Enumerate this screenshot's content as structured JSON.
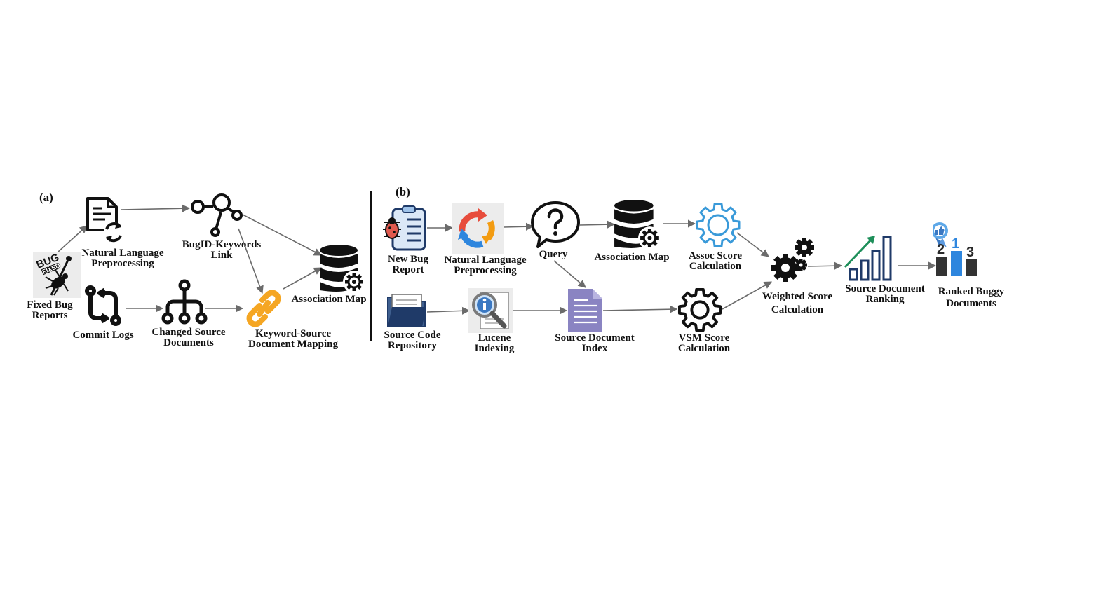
{
  "panel_a": {
    "label": "(a)",
    "nodes": {
      "fixed_bug_reports": "Fixed Bug\nReports",
      "nl_preprocessing": "Natural Language\nPreprocessing",
      "bugid_keywords_link": "BugID-Keywords\nLink",
      "commit_logs": "Commit Logs",
      "changed_source_documents": "Changed Source\nDocuments",
      "keyword_source_mapping": "Keyword-Source\nDocument Mapping",
      "association_map": "Association Map"
    },
    "icon_text": {
      "bug_badge_1": "BUG",
      "bug_badge_2": "FIXED"
    }
  },
  "panel_b": {
    "label": "(b)",
    "nodes": {
      "new_bug_report": "New Bug\nReport",
      "nl_preprocessing": "Natural Language\nPreprocessing",
      "query": "Query",
      "association_map": "Association Map",
      "assoc_score": "Assoc Score\nCalculation",
      "source_code_repository": "Source Code\nRepository",
      "lucene_indexing": "Lucene\nIndexing",
      "source_document_index": "Source Document\nIndex",
      "vsm_score": "VSM Score\nCalculation",
      "weighted_score": "Weighted Score\nCalculation",
      "source_document_ranking": "Source Document\nRanking",
      "ranked_buggy_documents": "Ranked Buggy\nDocuments"
    },
    "icon_text": {
      "rank_2": "2",
      "rank_1": "1",
      "rank_3": "3"
    }
  },
  "colors": {
    "arrow": "#6b6b6b",
    "ink": "#111111",
    "link_orange": "#f5a623",
    "gear_blue": "#3a9ad9",
    "doc_purple": "#8a84c2",
    "folder_navy": "#1f3a68",
    "chart_navy": "#1f3a68",
    "chart_green": "#1e8f5a",
    "rank_blue": "#2e86de",
    "bug_red": "#e05a4f"
  },
  "icons": [
    "bug-fixed-icon",
    "document-refresh-icon",
    "network-icon",
    "git-compare-icon",
    "hierarchy-icon",
    "chain-link-icon",
    "database-gear-icon",
    "clipboard-bug-icon",
    "refresh-arrows-icon",
    "question-bubble-icon",
    "gear-outline-icon",
    "folder-icon",
    "magnifier-info-icon",
    "document-lines-icon",
    "gear-icon",
    "gears-icon",
    "growth-chart-icon",
    "podium-icon"
  ]
}
